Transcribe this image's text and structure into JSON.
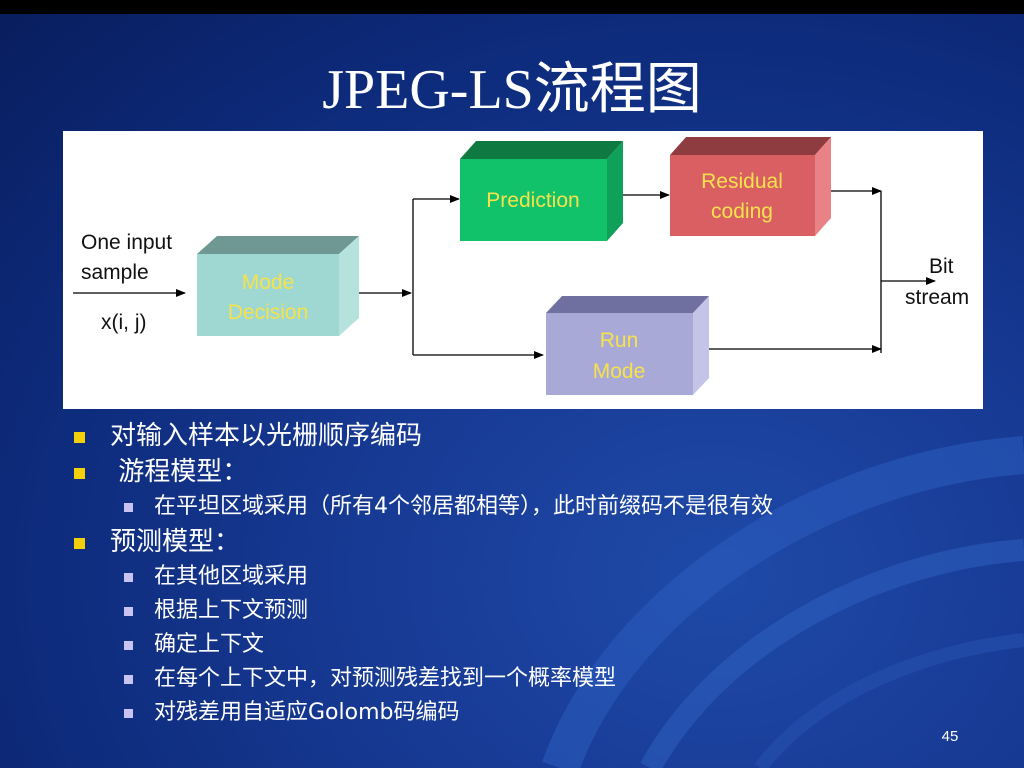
{
  "title": "JPEG-LS流程图",
  "diagram": {
    "input_label_line1": "One input",
    "input_label_line2": "sample",
    "input_coord": "x(i, j)",
    "mode_decision_line1": "Mode",
    "mode_decision_line2": "Decision",
    "prediction": "Prediction",
    "residual_line1": "Residual",
    "residual_line2": "coding",
    "run_mode_line1": "Run",
    "run_mode_line2": "Mode",
    "output_line1": "Bit",
    "output_line2": "stream",
    "colors": {
      "mode_decision": "#9fd7d2",
      "prediction": "#11c26a",
      "residual": "#d95f63",
      "run_mode": "#a9a9d8",
      "box_text": "#f6e24a"
    }
  },
  "bullets": [
    {
      "level": 1,
      "text": "对输入样本以光栅顺序编码"
    },
    {
      "level": 1,
      "text": " 游程模型："
    },
    {
      "level": 2,
      "text": "在平坦区域采用（所有4个邻居都相等），此时前缀码不是很有效"
    },
    {
      "level": 1,
      "text": "预测模型："
    },
    {
      "level": 2,
      "text": "在其他区域采用"
    },
    {
      "level": 2,
      "text": "根据上下文预测"
    },
    {
      "level": 2,
      "text": "确定上下文"
    },
    {
      "level": 2,
      "text": "在每个上下文中，对预测残差找到一个概率模型"
    },
    {
      "level": 2,
      "text": "对残差用自适应Golomb码编码"
    }
  ],
  "page_number": "45"
}
